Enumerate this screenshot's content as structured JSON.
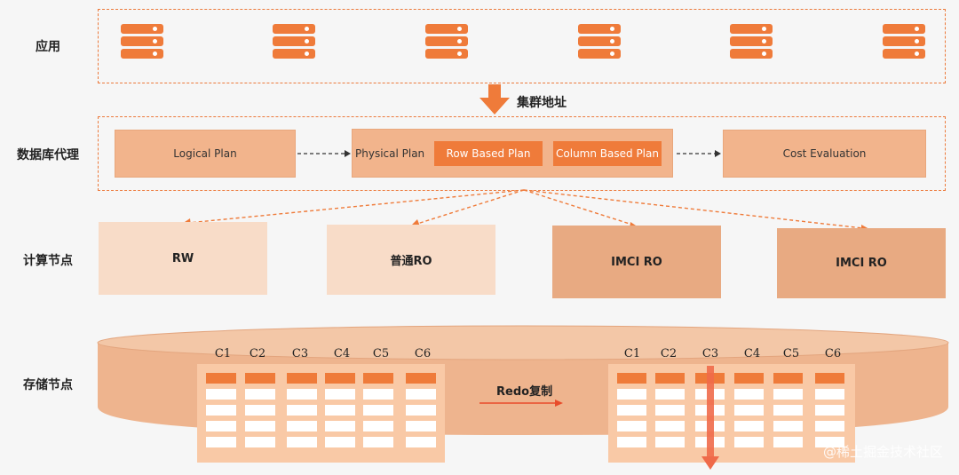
{
  "rows": {
    "app": "应用",
    "proxy": "数据库代理",
    "compute": "计算节点",
    "storage": "存储节点"
  },
  "app_servers": [
    {
      "icon": "server-icon"
    },
    {
      "icon": "server-icon"
    },
    {
      "icon": "server-icon"
    },
    {
      "icon": "server-icon"
    },
    {
      "icon": "server-icon"
    },
    {
      "icon": "server-icon"
    }
  ],
  "cluster_address": "集群地址",
  "proxy": {
    "logical_plan": "Logical Plan",
    "physical_plan": "Physical Plan",
    "row_based_plan": "Row Based Plan",
    "column_based_plan": "Column Based Plan",
    "cost_evaluation": "Cost Evaluation"
  },
  "compute_nodes": [
    "RW",
    "普通RO",
    "IMCI RO",
    "IMCI RO"
  ],
  "storage": {
    "left_columns": [
      "C1",
      "C2",
      "C3",
      "C4",
      "C5",
      "C6"
    ],
    "right_columns": [
      "C1",
      "C2",
      "C3",
      "C4",
      "C5",
      "C6"
    ],
    "redo_label": "Redo复制"
  },
  "watermark": "@稀土掘金技术社区",
  "colors": {
    "accent": "#ef7b3a",
    "light_peach": "#f8dcc8",
    "dark_peach": "#e8aa82",
    "cylinder": "#eeb48e"
  }
}
